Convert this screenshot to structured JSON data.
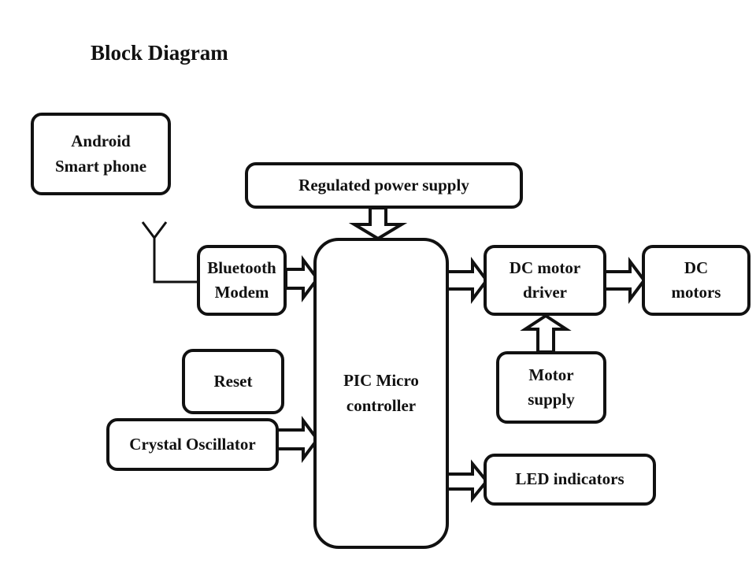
{
  "title": "Block Diagram",
  "blocks": {
    "android": {
      "line1": "Android",
      "line2": "Smart phone"
    },
    "power": {
      "label": "Regulated power supply"
    },
    "bluetooth": {
      "line1": "Bluetooth",
      "line2": "Modem"
    },
    "pic": {
      "line1": "PIC Micro",
      "line2": "controller"
    },
    "reset": {
      "label": "Reset"
    },
    "crystal": {
      "label": "Crystal Oscillator"
    },
    "dc_driver": {
      "line1": "DC motor",
      "line2": "driver"
    },
    "dc_motors": {
      "line1": "DC",
      "line2": "motors"
    },
    "motor_supply": {
      "line1": "Motor",
      "line2": "supply"
    },
    "led": {
      "label": "LED indicators"
    }
  },
  "connections": [
    {
      "from": "Android Smart phone",
      "to": "Bluetooth Modem",
      "type": "wireless-antenna"
    },
    {
      "from": "Regulated power supply",
      "to": "PIC Micro controller",
      "type": "arrow"
    },
    {
      "from": "Bluetooth Modem",
      "to": "PIC Micro controller",
      "type": "arrow"
    },
    {
      "from": "Crystal Oscillator",
      "to": "PIC Micro controller",
      "type": "arrow"
    },
    {
      "from": "PIC Micro controller",
      "to": "DC motor driver",
      "type": "arrow"
    },
    {
      "from": "DC motor driver",
      "to": "DC motors",
      "type": "arrow"
    },
    {
      "from": "Motor supply",
      "to": "DC motor driver",
      "type": "arrow"
    },
    {
      "from": "PIC Micro controller",
      "to": "LED indicators",
      "type": "arrow"
    }
  ]
}
